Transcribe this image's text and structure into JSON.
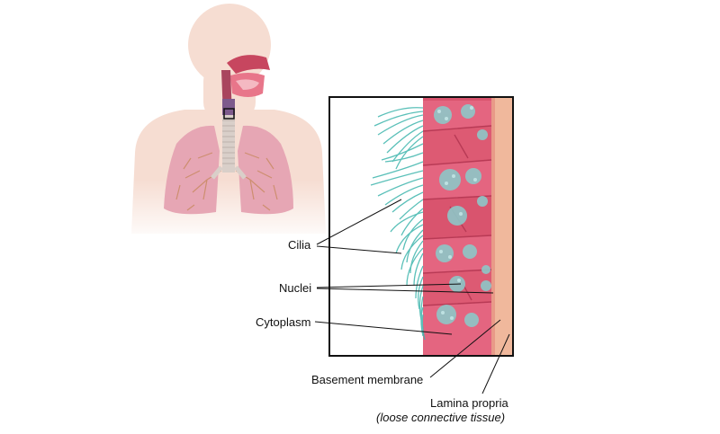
{
  "labels": {
    "cilia": "Cilia",
    "nuclei": "Nuclei",
    "cytoplasm": "Cytoplasm",
    "basement_membrane": "Basement membrane",
    "lamina_propria": "Lamina propria",
    "lamina_propria_note": "(loose connective tissue)"
  },
  "colors": {
    "body_silhouette": "#f6ddd2",
    "lung": "#e6a6b4",
    "cell": "#d9546e",
    "cilia": "#3fb6ad",
    "nucleus": "#8ec7c8",
    "lamina": "#f0b89c",
    "frame": "#111111"
  }
}
